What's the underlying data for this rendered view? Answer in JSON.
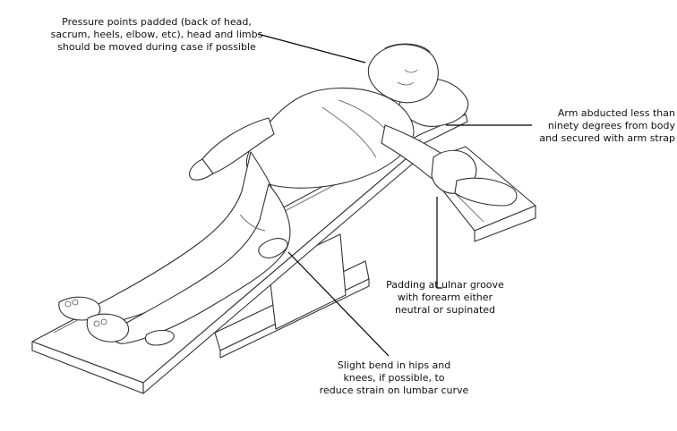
{
  "callouts": {
    "pressure": {
      "lines": [
        "Pressure points padded (back of head,",
        "sacrum, heels, elbow, etc), head and limbs",
        "should be moved during case if possible"
      ]
    },
    "arm": {
      "lines": [
        "Arm abducted less than",
        "ninety degrees from body",
        "and secured with arm strap"
      ]
    },
    "ulnar": {
      "lines": [
        "Padding at ulnar groove",
        "with forearm either",
        "neutral or supinated"
      ]
    },
    "bend": {
      "lines": [
        "Slight bend in hips and",
        "knees, if possible, to",
        "reduce strain on lumbar curve"
      ]
    }
  }
}
